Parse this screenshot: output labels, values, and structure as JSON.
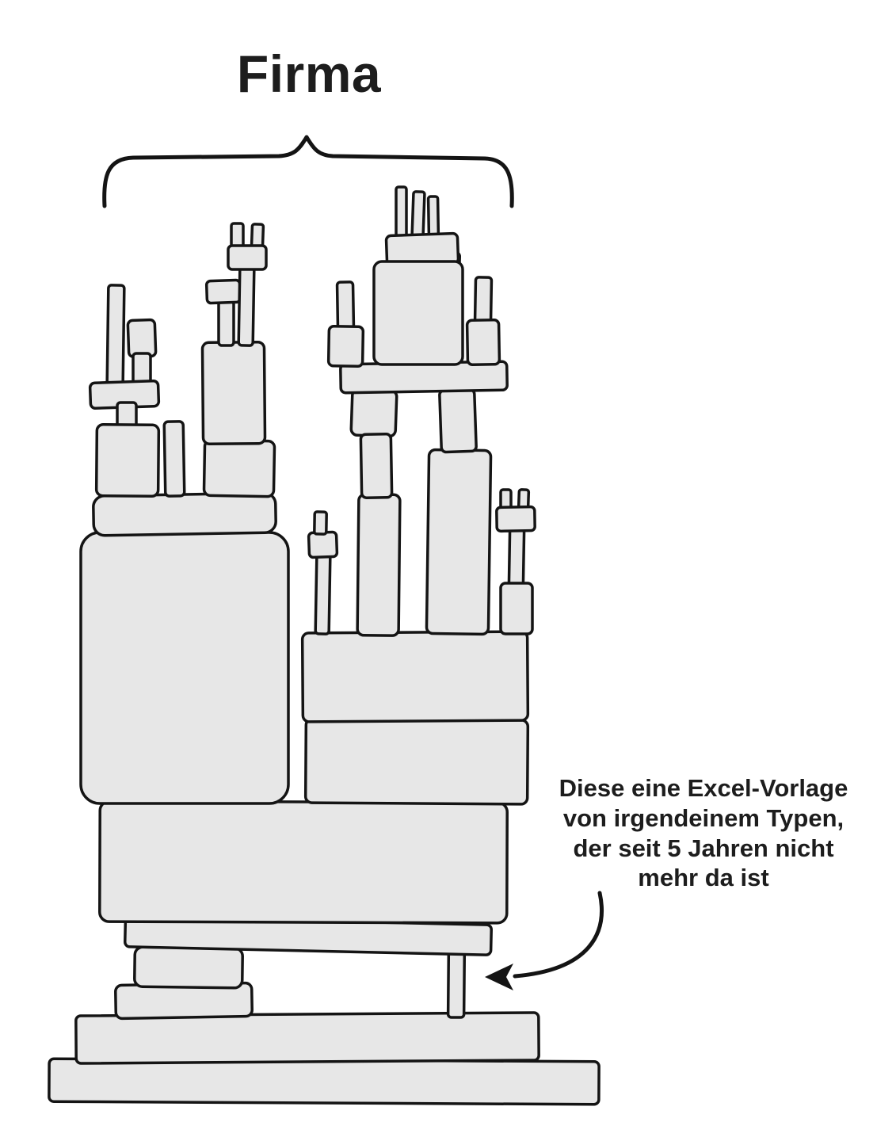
{
  "title": "Firma",
  "annotation": {
    "line1": "Diese eine Excel-Vorlage",
    "line2": "von irgendeinem Typen,",
    "line3": "der seit 5 Jahren nicht",
    "line4": "mehr da ist"
  },
  "colors": {
    "background": "#ffffff",
    "block_fill": "#e7e7e7",
    "outline": "#141414",
    "text": "#1d1d1d"
  }
}
